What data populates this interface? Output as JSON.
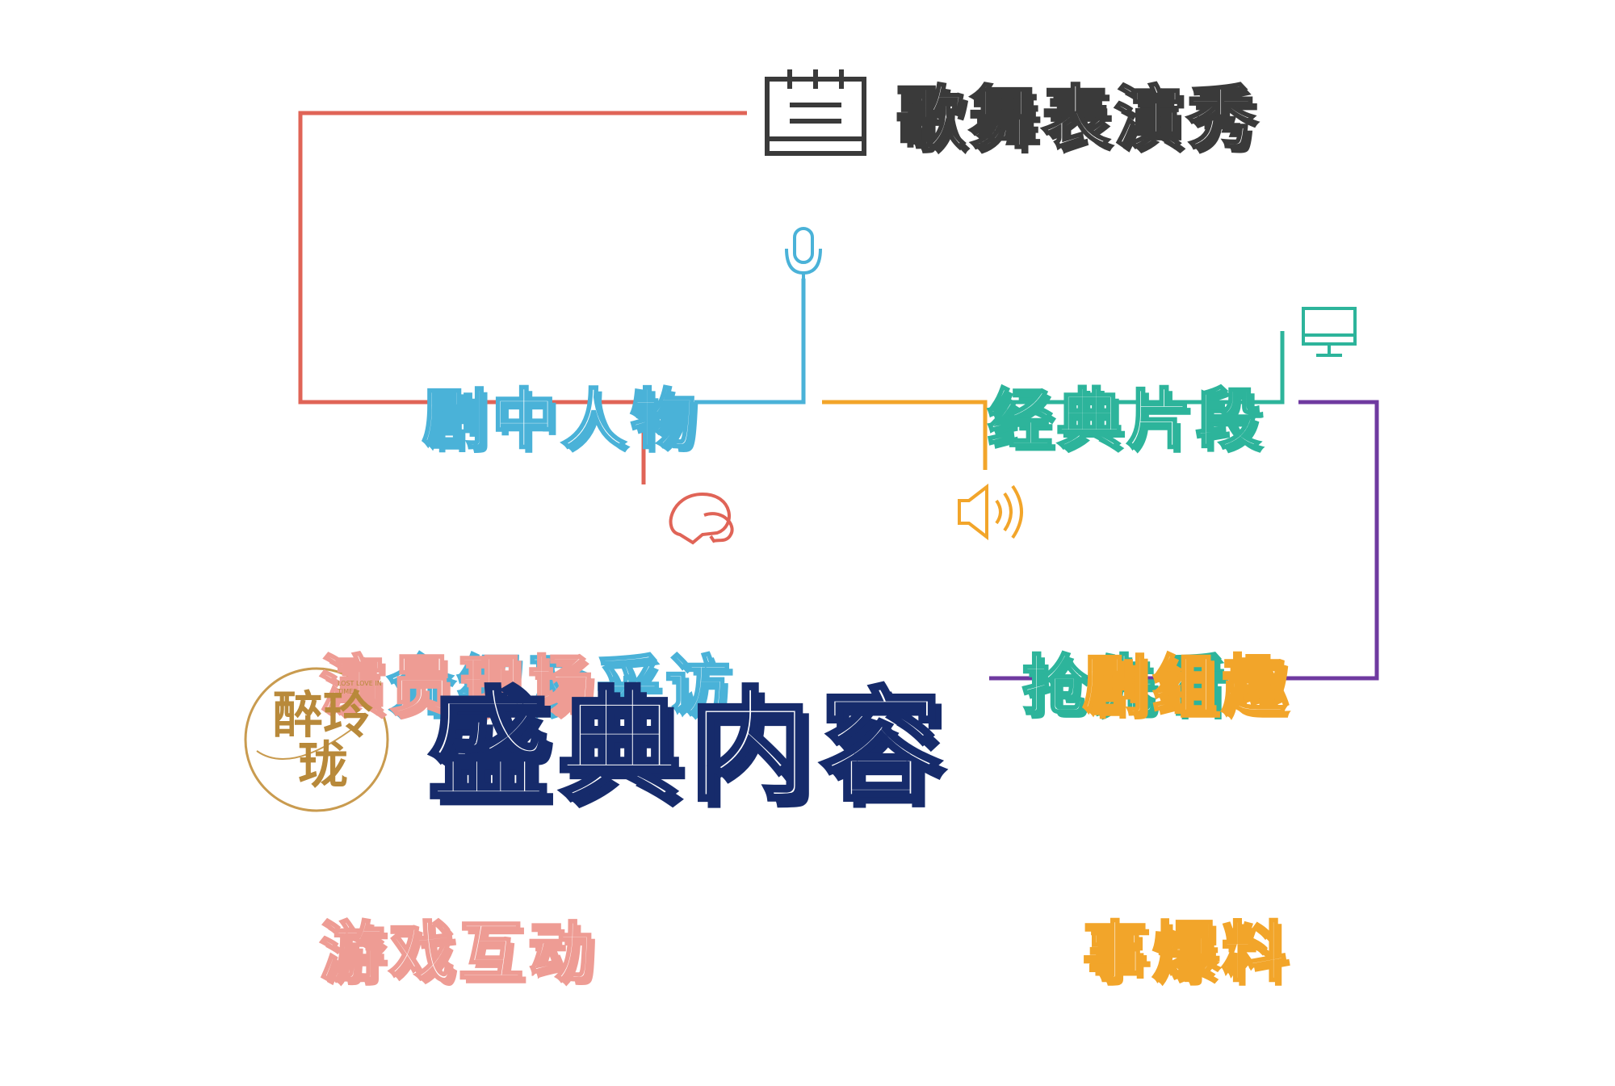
{
  "items": {
    "song_dance": {
      "text": "歌舞表演秀",
      "color": "#3a3a3a",
      "icon": "calendar-icon"
    },
    "characters": {
      "lines": [
        "剧中人物",
        "介绍及采访"
      ],
      "color": "#4ab2d8",
      "icon": "microphone-icon"
    },
    "classic_clips": {
      "lines": [
        "经典片段",
        "抢先看"
      ],
      "color": "#2db49b",
      "icon": "monitor-icon"
    },
    "actor_games": {
      "lines": [
        "演员现场",
        "游戏互动"
      ],
      "color": "#ee9c94",
      "icon": "chat-bubbles-icon",
      "line_color": "#e06457"
    },
    "crew_gossip": {
      "lines": [
        "剧组趣",
        "事爆料"
      ],
      "color": "#f2a52a",
      "icon": "speaker-icon"
    }
  },
  "connector_colors": {
    "red": "#e06457",
    "blue": "#4ab2d8",
    "orange": "#f2a52a",
    "green": "#2db49b",
    "purple": "#6f3aa0"
  },
  "title": {
    "text": "盛典内容",
    "color": "#162b6b"
  },
  "logo": {
    "word": "醉玲珑",
    "subtitle": "LOST LOVE IN TIMES",
    "color": "#b8893a"
  }
}
